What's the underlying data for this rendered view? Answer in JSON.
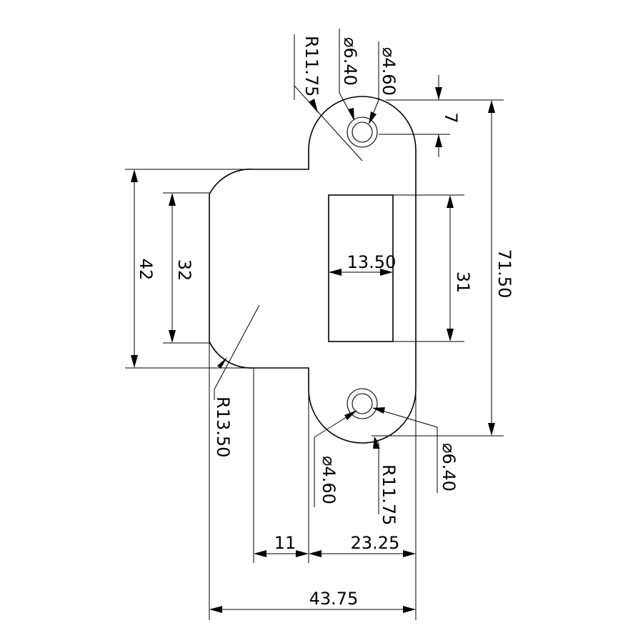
{
  "dimensions": {
    "overall_width": "43.75",
    "lower_left_width": "11",
    "lower_right_width": "23.25",
    "overall_height": "71.50",
    "left_outer_height": "42",
    "left_inner_height": "32",
    "slot_width": "13.50",
    "slot_height": "31",
    "top_hole_offset": "7",
    "left_radius": "R13.50",
    "top_end_radius": "R11.75",
    "top_hole_outer_dia": "⌀6.40",
    "top_hole_inner_dia": "⌀4.60",
    "bottom_end_radius": "R11.75",
    "bottom_hole_outer_dia": "⌀6.40",
    "bottom_hole_inner_dia": "⌀4.60"
  }
}
